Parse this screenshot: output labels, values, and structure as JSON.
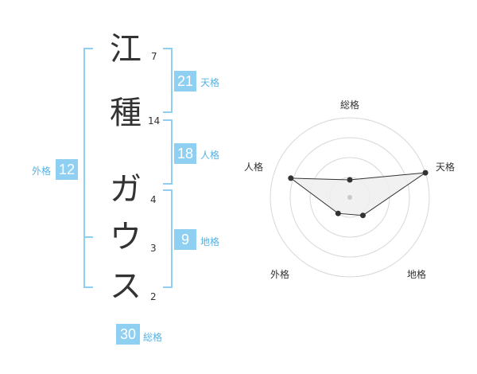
{
  "name": {
    "chars": [
      {
        "char": "江",
        "strokes": "7"
      },
      {
        "char": "種",
        "strokes": "14"
      },
      {
        "char": "ガ",
        "strokes": "4"
      },
      {
        "char": "ウ",
        "strokes": "3"
      },
      {
        "char": "ス",
        "strokes": "2"
      }
    ]
  },
  "fortune": {
    "tenkaku": {
      "value": "21",
      "label": "天格"
    },
    "jinkaku": {
      "value": "18",
      "label": "人格"
    },
    "chikaku": {
      "value": "9",
      "label": "地格"
    },
    "gaikaku": {
      "value": "12",
      "label": "外格"
    },
    "soukaku": {
      "value": "30",
      "label": "総格"
    }
  },
  "radar": {
    "axes": [
      "総格",
      "天格",
      "地格",
      "外格",
      "人格"
    ],
    "values": [
      0.22,
      1.0,
      0.28,
      0.25,
      0.78
    ],
    "rings": 4,
    "colors": {
      "grid": "#d8d8d8",
      "fill": "#eeeeee",
      "stroke": "#333333",
      "point": "#333333",
      "center": "#c8c8c8"
    }
  },
  "colors": {
    "accent": "#8fd0f2",
    "accent_text": "#56b3e2"
  }
}
